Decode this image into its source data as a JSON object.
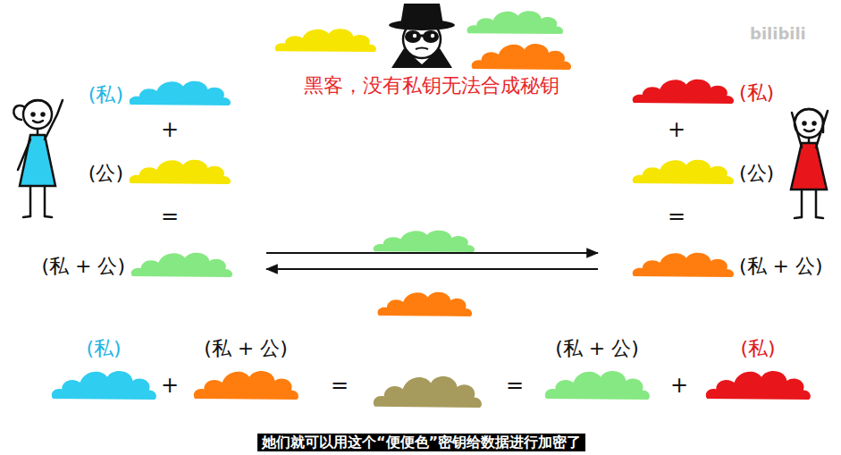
{
  "diagram": {
    "caption": "她们就可以用这个“便便色”密钥给数据进行加密了",
    "nodes": [
      {
        "text": [
          "(私)"
        ]
      },
      {
        "text": [
          "(公)"
        ]
      },
      {
        "text": [
          "(私 + 公)"
        ]
      },
      {
        "text": [
          "(私)"
        ]
      },
      {
        "text": [
          "(公)"
        ]
      },
      {
        "text": [
          "(私 + 公)"
        ]
      },
      {
        "text": [
          "(私)"
        ]
      },
      {
        "text": [
          "(私 + 公)"
        ]
      },
      {
        "text": [
          "(私 + 公)"
        ]
      },
      {
        "text": [
          "(私)"
        ]
      }
    ],
    "edges": [
      {
        "from": 2,
        "to": 5,
        "arrow": "to"
      },
      {
        "from": 5,
        "to": 2,
        "arrow": "to"
      }
    ],
    "labels": [
      "黑客，没有私钥无法合成秘钥",
      "+",
      "=",
      "+",
      "=",
      "+",
      "=",
      "=",
      "+",
      "bilibili"
    ]
  }
}
